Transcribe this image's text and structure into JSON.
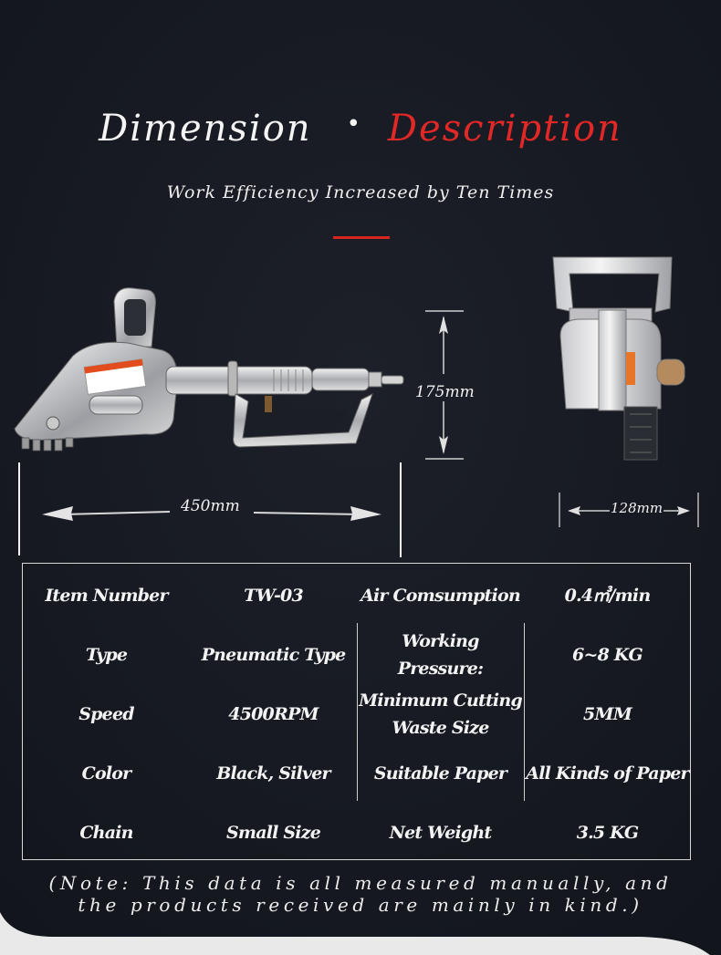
{
  "header": {
    "title_left": "Dimension",
    "title_dot": "•",
    "title_right": "Description",
    "subtitle": "Work Efficiency Increased by Ten Times"
  },
  "dimensions": {
    "length": "450mm",
    "height": "175mm",
    "width": "128mm"
  },
  "specs": {
    "rows": [
      {
        "label1": "Item Number",
        "value1": "TW-03",
        "label2": "Air Comsumption",
        "value2": "0.4㎥/min"
      },
      {
        "label1": "Type",
        "value1": "Pneumatic Type",
        "label2": "Working Pressure:",
        "value2": "6~8 KG"
      },
      {
        "label1": "Speed",
        "value1": "4500RPM",
        "label2": "Minimum Cutting Waste Size",
        "value2": "5MM"
      },
      {
        "label1": "Color",
        "value1": "Black, Silver",
        "label2": "Suitable Paper",
        "value2": "All Kinds of Paper"
      },
      {
        "label1": "Chain",
        "value1": "Small Size",
        "label2": "Net Weight",
        "value2": "3.5 KG"
      }
    ]
  },
  "note": {
    "line1": "(Note: This data is all measured manually, and",
    "line2": "the products received are mainly in kind.)"
  },
  "colors": {
    "background": "#161a22",
    "accent_red": "#e02826",
    "text": "#f3f3f3"
  }
}
